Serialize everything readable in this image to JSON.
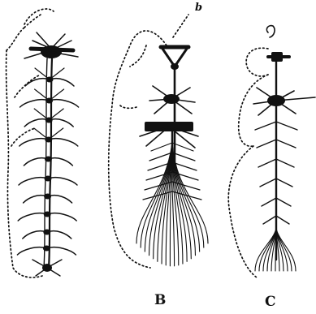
{
  "figure": {
    "panels": [
      {
        "id": "A",
        "label": ""
      },
      {
        "id": "B",
        "label": "B"
      },
      {
        "id": "C",
        "label": "C"
      }
    ],
    "annotation": "b"
  },
  "colors": {
    "ink": "#111111",
    "background": "#ffffff"
  }
}
